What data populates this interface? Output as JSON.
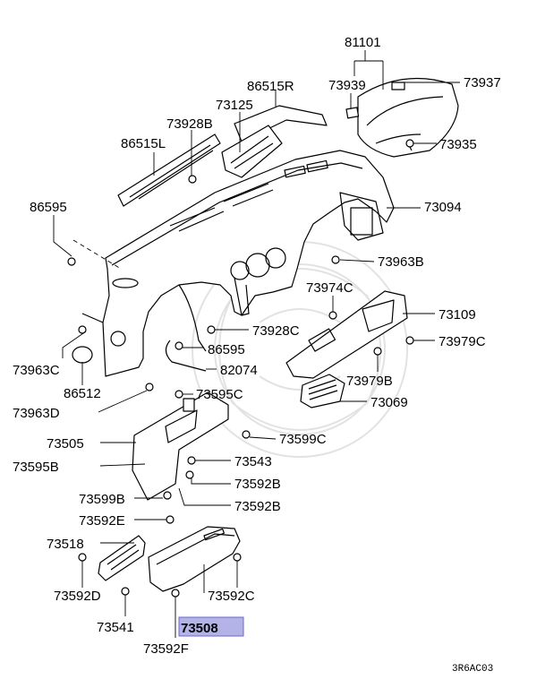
{
  "diagram_code": "3R6AC03",
  "highlighted_part": "73508",
  "part_labels": {
    "p81101": "81101",
    "p73939": "73939",
    "p73937": "73937",
    "p86515R": "86515R",
    "p73125": "73125",
    "p73928B": "73928B",
    "p86515L": "86515L",
    "p73935": "73935",
    "p86595_top": "86595",
    "p73094": "73094",
    "p73963B": "73963B",
    "p73974C": "73974C",
    "p73109": "73109",
    "p73928C": "73928C",
    "p73979C": "73979C",
    "p86595_mid": "86595",
    "p73963C": "73963C",
    "p82074": "82074",
    "p73979B": "73979B",
    "p86512": "86512",
    "p73069": "73069",
    "p73963D": "73963D",
    "p73595C": "73595C",
    "p73599C": "73599C",
    "p73505": "73505",
    "p73543": "73543",
    "p73595B": "73595B",
    "p73592B_a": "73592B",
    "p73599B": "73599B",
    "p73592B_b": "73592B",
    "p73592E": "73592E",
    "p73518": "73518",
    "p73592D": "73592D",
    "p73592C": "73592C",
    "p73541": "73541",
    "p73508": "73508",
    "p73592F": "73592F"
  },
  "colors": {
    "highlight": "#b3b3e8",
    "line": "#000000"
  }
}
